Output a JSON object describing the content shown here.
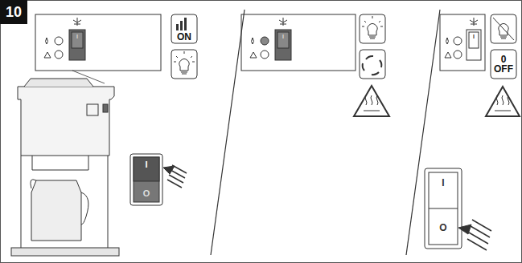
{
  "diagram": {
    "nodes": [
      {
        "text": [
          "10"
        ]
      },
      {
        "text": [
          "ON"
        ]
      },
      {
        "text": [
          "0",
          "OFF"
        ]
      }
    ],
    "labels": [
      "I",
      "I",
      "O",
      "I",
      "I",
      "I",
      "O"
    ]
  }
}
